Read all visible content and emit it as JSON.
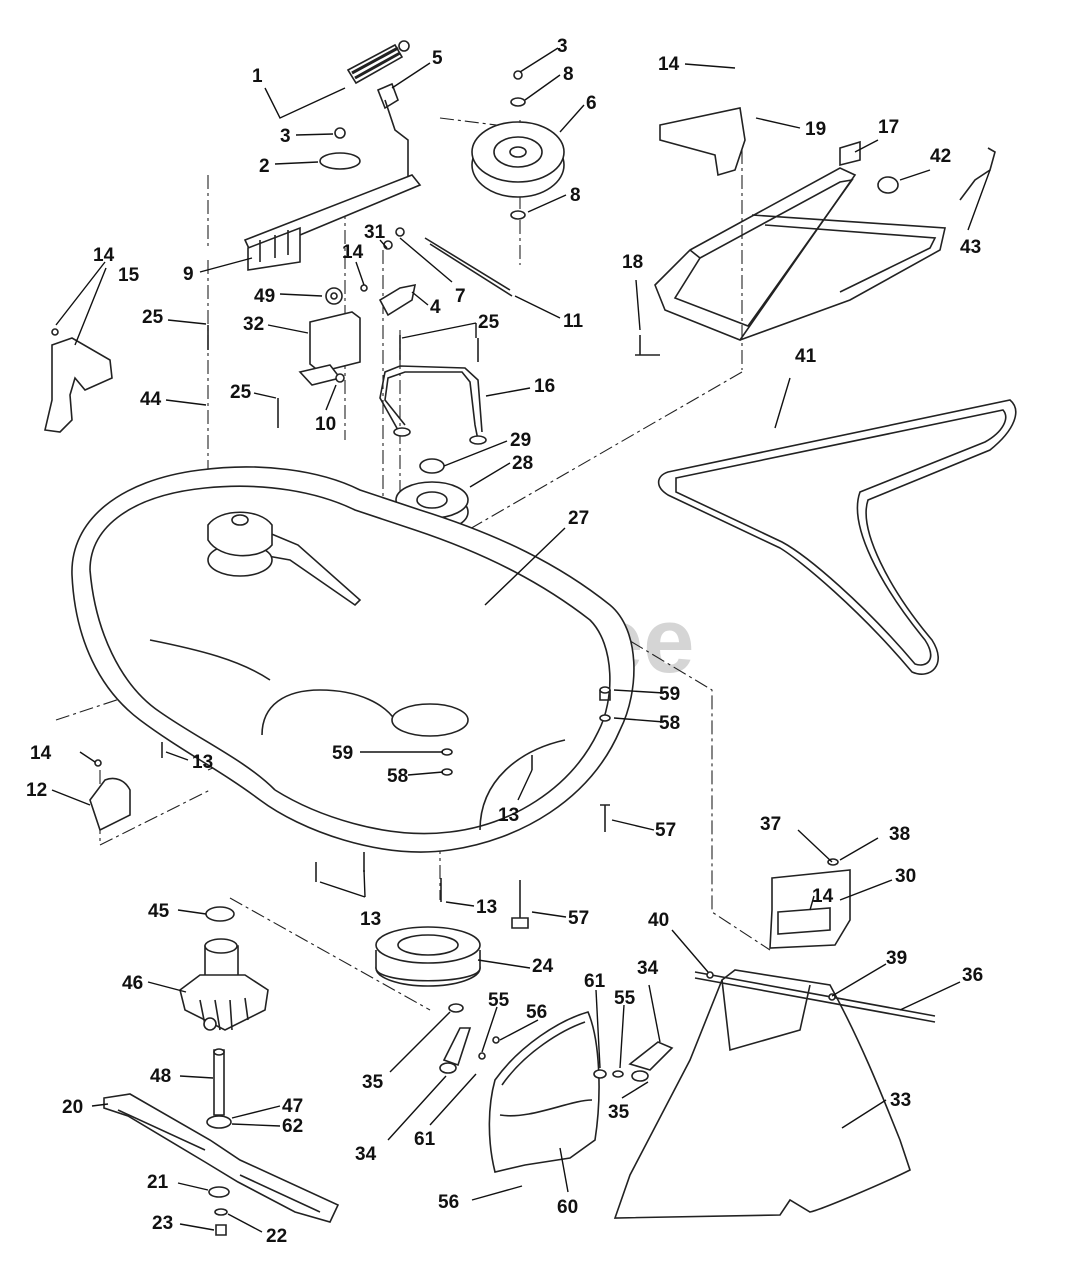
{
  "watermark": "PartsTree",
  "callouts": [
    {
      "id": "c1",
      "label": "1"
    },
    {
      "id": "c2",
      "label": "2"
    },
    {
      "id": "c3a",
      "label": "3"
    },
    {
      "id": "c3b",
      "label": "3"
    },
    {
      "id": "c4",
      "label": "4"
    },
    {
      "id": "c5",
      "label": "5"
    },
    {
      "id": "c6",
      "label": "6"
    },
    {
      "id": "c7",
      "label": "7"
    },
    {
      "id": "c8a",
      "label": "8"
    },
    {
      "id": "c8b",
      "label": "8"
    },
    {
      "id": "c9",
      "label": "9"
    },
    {
      "id": "c10",
      "label": "10"
    },
    {
      "id": "c11",
      "label": "11"
    },
    {
      "id": "c12",
      "label": "12"
    },
    {
      "id": "c13a",
      "label": "13"
    },
    {
      "id": "c13b",
      "label": "13"
    },
    {
      "id": "c13c",
      "label": "13"
    },
    {
      "id": "c13d",
      "label": "13"
    },
    {
      "id": "c14a",
      "label": "14"
    },
    {
      "id": "c14b",
      "label": "14"
    },
    {
      "id": "c14c",
      "label": "14"
    },
    {
      "id": "c14d",
      "label": "14"
    },
    {
      "id": "c14e",
      "label": "14"
    },
    {
      "id": "c15",
      "label": "15"
    },
    {
      "id": "c16",
      "label": "16"
    },
    {
      "id": "c17",
      "label": "17"
    },
    {
      "id": "c18",
      "label": "18"
    },
    {
      "id": "c19",
      "label": "19"
    },
    {
      "id": "c20",
      "label": "20"
    },
    {
      "id": "c21",
      "label": "21"
    },
    {
      "id": "c22",
      "label": "22"
    },
    {
      "id": "c23",
      "label": "23"
    },
    {
      "id": "c24",
      "label": "24"
    },
    {
      "id": "c25a",
      "label": "25"
    },
    {
      "id": "c25b",
      "label": "25"
    },
    {
      "id": "c25c",
      "label": "25"
    },
    {
      "id": "c27",
      "label": "27"
    },
    {
      "id": "c28",
      "label": "28"
    },
    {
      "id": "c29",
      "label": "29"
    },
    {
      "id": "c30",
      "label": "30"
    },
    {
      "id": "c31",
      "label": "31"
    },
    {
      "id": "c32",
      "label": "32"
    },
    {
      "id": "c33",
      "label": "33"
    },
    {
      "id": "c34a",
      "label": "34"
    },
    {
      "id": "c34b",
      "label": "34"
    },
    {
      "id": "c35a",
      "label": "35"
    },
    {
      "id": "c35b",
      "label": "35"
    },
    {
      "id": "c36",
      "label": "36"
    },
    {
      "id": "c37",
      "label": "37"
    },
    {
      "id": "c38",
      "label": "38"
    },
    {
      "id": "c39",
      "label": "39"
    },
    {
      "id": "c40",
      "label": "40"
    },
    {
      "id": "c41",
      "label": "41"
    },
    {
      "id": "c42",
      "label": "42"
    },
    {
      "id": "c43",
      "label": "43"
    },
    {
      "id": "c44",
      "label": "44"
    },
    {
      "id": "c45",
      "label": "45"
    },
    {
      "id": "c46",
      "label": "46"
    },
    {
      "id": "c47",
      "label": "47"
    },
    {
      "id": "c48",
      "label": "48"
    },
    {
      "id": "c49",
      "label": "49"
    },
    {
      "id": "c55a",
      "label": "55"
    },
    {
      "id": "c55b",
      "label": "55"
    },
    {
      "id": "c56a",
      "label": "56"
    },
    {
      "id": "c56b",
      "label": "56"
    },
    {
      "id": "c57a",
      "label": "57"
    },
    {
      "id": "c57b",
      "label": "57"
    },
    {
      "id": "c58a",
      "label": "58"
    },
    {
      "id": "c58b",
      "label": "58"
    },
    {
      "id": "c59a",
      "label": "59"
    },
    {
      "id": "c59b",
      "label": "59"
    },
    {
      "id": "c60",
      "label": "60"
    },
    {
      "id": "c61a",
      "label": "61"
    },
    {
      "id": "c61b",
      "label": "61"
    },
    {
      "id": "c62",
      "label": "62"
    }
  ]
}
